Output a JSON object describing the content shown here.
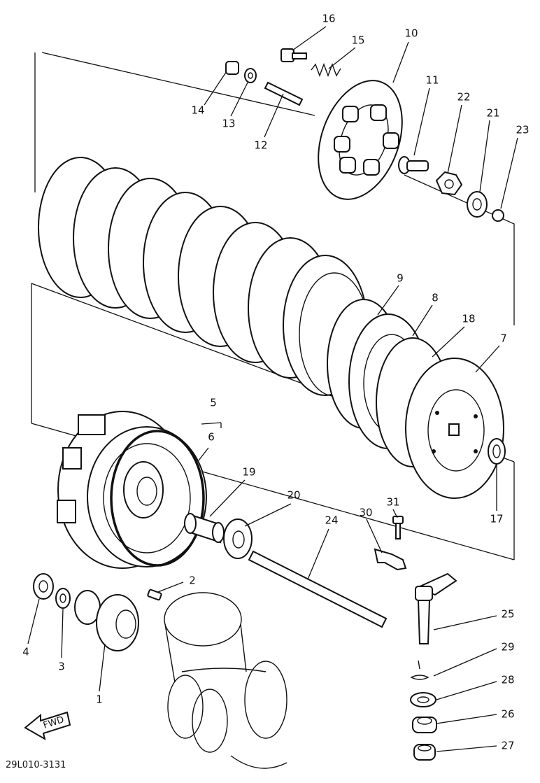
{
  "diagram_code": "29L010-3131",
  "fwd_label": "FWD",
  "labels": {
    "p1": "1",
    "p2": "2",
    "p3": "3",
    "p4": "4",
    "p5": "5",
    "p6": "6",
    "p7": "7",
    "p8": "8",
    "p9": "9",
    "p10": "10",
    "p11": "11",
    "p12": "12",
    "p13": "13",
    "p14": "14",
    "p15": "15",
    "p16": "16",
    "p17": "17",
    "p18": "18",
    "p19": "19",
    "p20": "20",
    "p21": "21",
    "p22": "22",
    "p23": "23",
    "p24": "24",
    "p25": "25",
    "p26": "26",
    "p27": "27",
    "p28": "28",
    "p29": "29",
    "p30": "30",
    "p31": "31"
  }
}
